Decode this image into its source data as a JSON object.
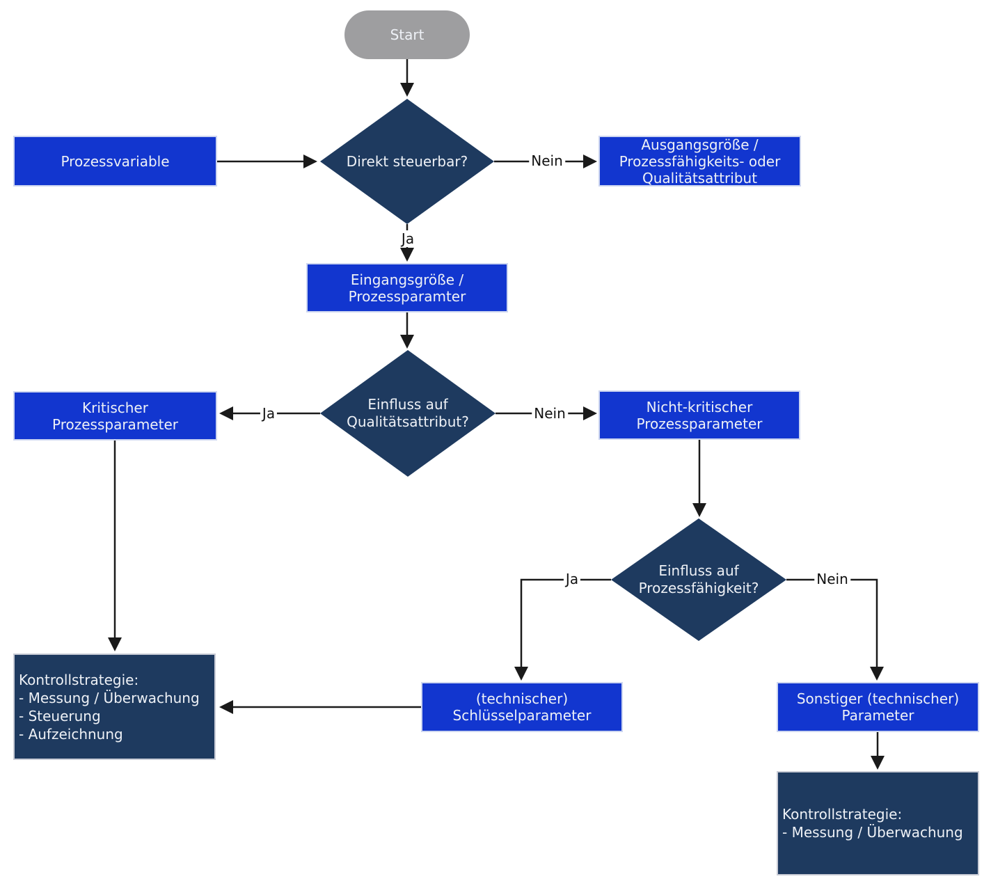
{
  "colors": {
    "box_blue": "#1236cf",
    "box_navy": "#1e3a5f",
    "start_gray": "#9e9ea0",
    "line_black": "#1a1a1a",
    "text_white": "#eef1f6",
    "label_black": "#111111"
  },
  "nodes": {
    "start": {
      "label": "Start"
    },
    "prozessvariable": {
      "lines": [
        "Prozessvariable"
      ]
    },
    "direkt_steuerbar": {
      "lines": [
        "Direkt steuerbar?"
      ]
    },
    "ausgangsgroesse": {
      "lines": [
        "Ausgangsgröße /",
        "Prozessfähigkeits- oder",
        "Qualitätsattribut"
      ]
    },
    "eingangsgroesse": {
      "lines": [
        "Eingangsgröße /",
        "Prozessparamter"
      ]
    },
    "einfluss_qualitaet": {
      "lines": [
        "Einfluss auf",
        "Qualitätsattribut?"
      ]
    },
    "kritischer": {
      "lines": [
        "Kritischer",
        "Prozessparameter"
      ]
    },
    "nicht_kritischer": {
      "lines": [
        "Nicht-kritischer",
        "Prozessparameter"
      ]
    },
    "einfluss_prozessfaehigkeit": {
      "lines": [
        "Einfluss auf",
        "Prozessfähigkeit?"
      ]
    },
    "schluesselparameter": {
      "lines": [
        "(technischer)",
        "Schlüsselparameter"
      ]
    },
    "sonstiger_parameter": {
      "lines": [
        "Sonstiger (technischer)",
        "Parameter"
      ]
    },
    "kontrollstrategie_links": {
      "lines": [
        "Kontrollstrategie:",
        "- Messung / Überwachung",
        "- Steuerung",
        "- Aufzeichnung"
      ]
    },
    "kontrollstrategie_rechts": {
      "lines": [
        "Kontrollstrategie:",
        "- Messung / Überwachung"
      ]
    }
  },
  "labels": {
    "ja": "Ja",
    "nein": "Nein"
  }
}
